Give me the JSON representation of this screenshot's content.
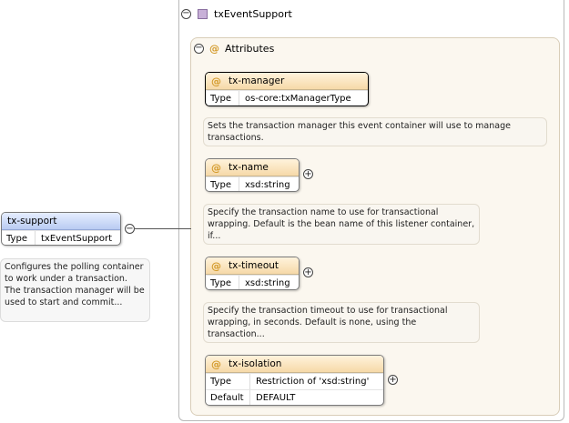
{
  "complex_type": {
    "name": "txEventSupport",
    "toggle_symbol": "−"
  },
  "attributes_group": {
    "title": "Attributes",
    "icon_symbol": "@",
    "toggle_symbol": "−"
  },
  "attributes": [
    {
      "name": "tx-manager",
      "rows": [
        {
          "label": "Type",
          "value": "os-core:txManagerType"
        }
      ],
      "doc": "Sets the transaction manager this event container will use to manage transactions."
    },
    {
      "name": "tx-name",
      "rows": [
        {
          "label": "Type",
          "value": "xsd:string"
        }
      ],
      "expand_symbol": "+",
      "doc": "Specify the transaction name to use for transactional wrapping. Default is the bean name of this listener container, if..."
    },
    {
      "name": "tx-timeout",
      "rows": [
        {
          "label": "Type",
          "value": "xsd:string"
        }
      ],
      "expand_symbol": "+",
      "doc": "Specify the transaction timeout to use for transactional wrapping, in seconds. Default is none, using the transaction..."
    },
    {
      "name": "tx-isolation",
      "rows": [
        {
          "label": "Type",
          "value": "Restriction of 'xsd:string'"
        },
        {
          "label": "Default",
          "value": "DEFAULT"
        }
      ],
      "expand_symbol": "+"
    }
  ],
  "element": {
    "name": "tx-support",
    "type_label": "Type",
    "type_value": "txEventSupport",
    "toggle_symbol": "−",
    "doc": "Configures the polling container to work under a transaction. The transaction manager will be used to start and commit..."
  },
  "colors": {
    "attribute_header": "#f6d9a8",
    "element_header": "#b9cbf2",
    "attribute_icon": "#d39a2a",
    "complex_type_icon": "#c8b0d8"
  }
}
